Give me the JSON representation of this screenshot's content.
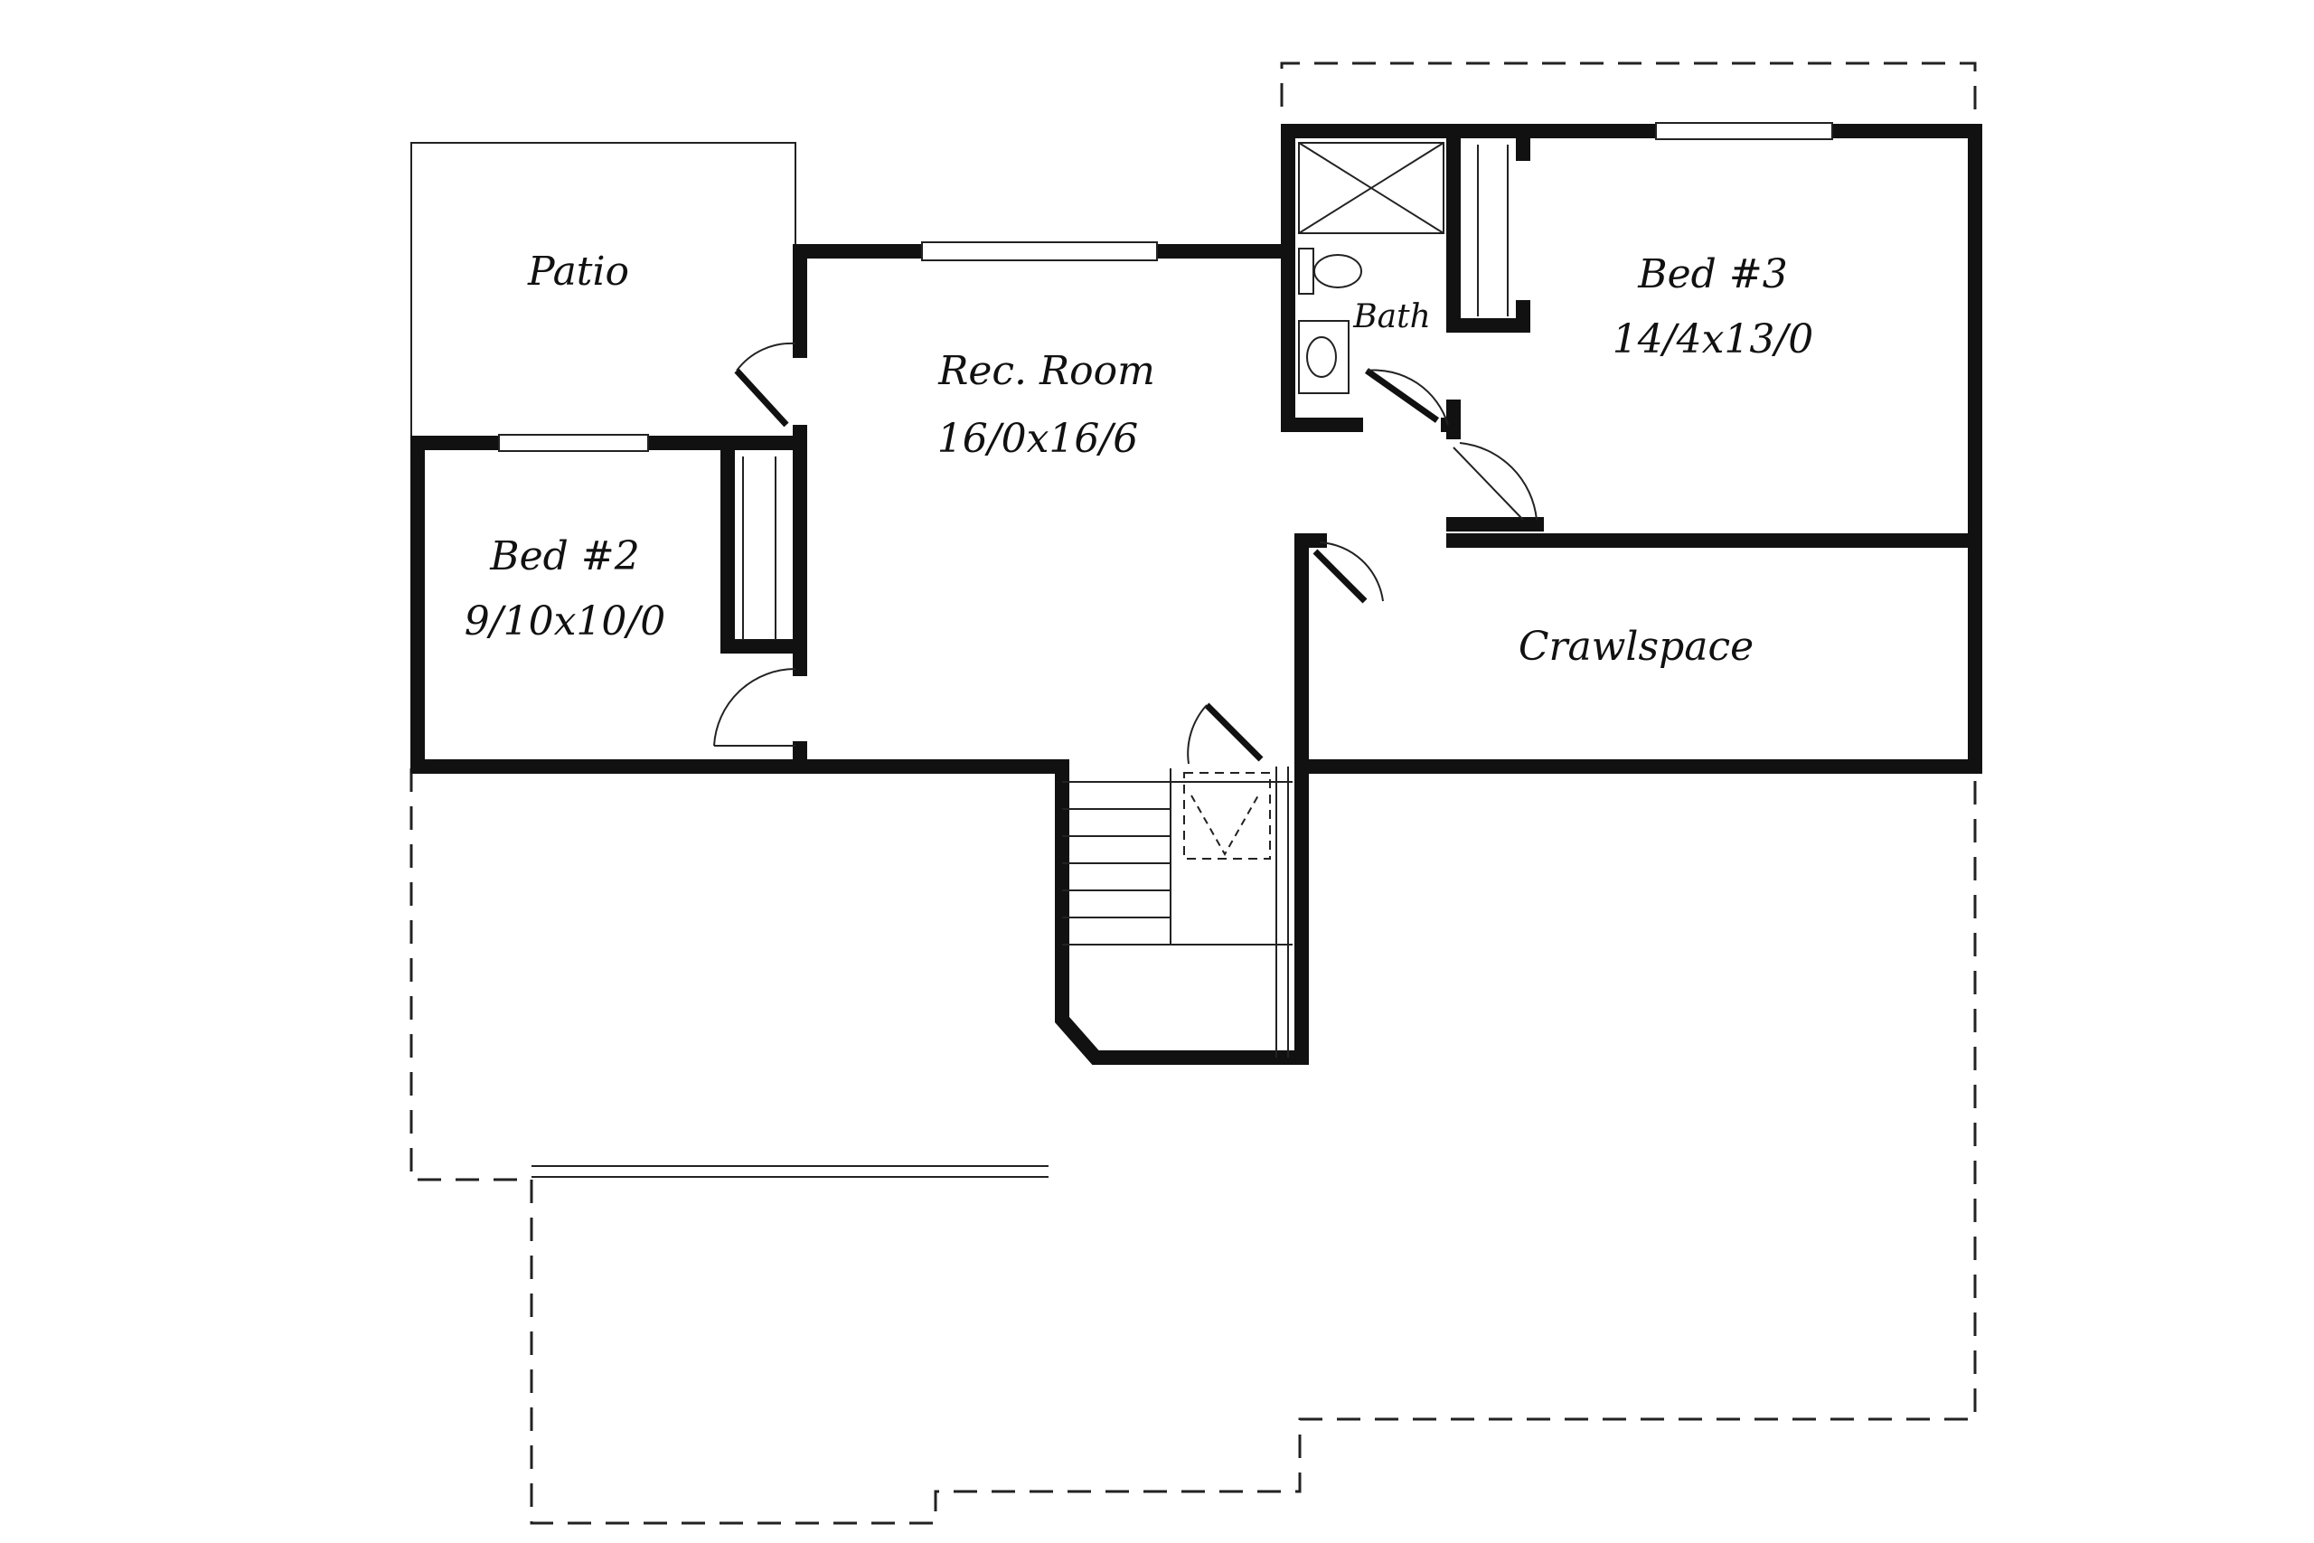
{
  "rooms": {
    "patio": {
      "name": "Patio"
    },
    "rec_room": {
      "name": "Rec. Room",
      "dims": "16/0x16/6"
    },
    "bed2": {
      "name": "Bed #2",
      "dims": "9/10x10/0"
    },
    "bed3": {
      "name": "Bed #3",
      "dims": "14/4x13/0"
    },
    "bath": {
      "name": "Bath"
    },
    "crawlspace": {
      "name": "Crawlspace"
    }
  }
}
